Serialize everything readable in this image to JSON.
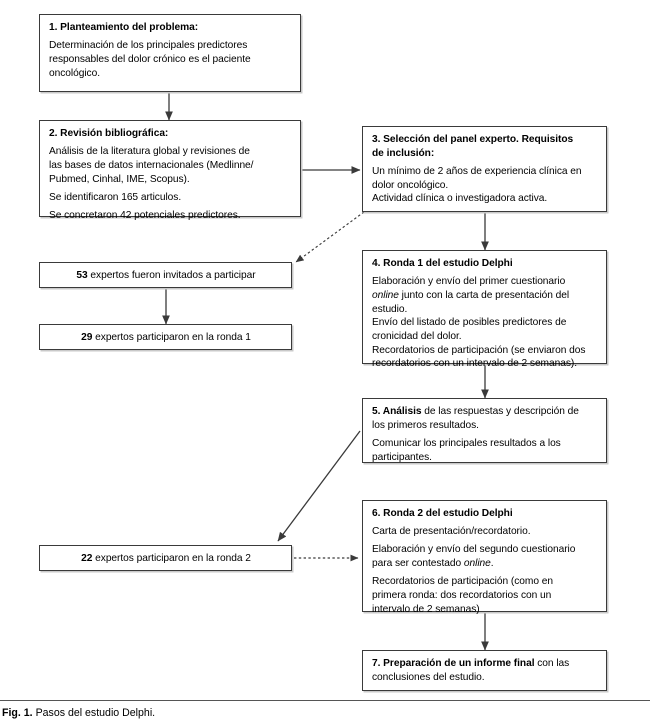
{
  "figure": {
    "caption_label": "Fig. 1.",
    "caption_text": "Pasos del estudio Delphi."
  },
  "colors": {
    "box_border": "#3a3a3a",
    "box_shadow": "#c9c9c9",
    "arrow": "#3a3a3a",
    "background": "#ffffff",
    "text": "#000000"
  },
  "nodes": {
    "step1": {
      "heading": "1. Planteamiento del problema:",
      "body1": "Determinación de los principales predictores",
      "body2": "responsables del dolor crónico es el paciente",
      "body3": "oncológico."
    },
    "step2": {
      "heading": "2. Revisión bibliográfica:",
      "body1": "Análisis de la literatura global y revisiones de",
      "body2": "las bases de datos internacionales (Medlinne/",
      "body3": "Pubmed, Cinhal, IME, Scopus).",
      "body4": "Se identificaron 165 articulos.",
      "body5": "Se concretaron 42 potenciales predictores."
    },
    "step3": {
      "heading1": "3. Selección del panel experto. Requisitos",
      "heading2": "de inclusión:",
      "body1": "Un mínimo de 2 años de experiencia clínica en",
      "body2": "dolor oncológico.",
      "body3": "Actividad clínica o investigadora activa."
    },
    "step4": {
      "heading": "4. Ronda 1 del estudio Delphi",
      "body1a": "Elaboración y envío del primer cuestionario",
      "body1b": "online",
      "body1c": " junto con la carta de presentación del",
      "body1d": "estudio.",
      "body2a": "Envío del listado de posibles predictores de",
      "body2b": "cronicidad del dolor.",
      "body3a": "Recordatorios de participación (se enviaron dos",
      "body3b": "recordatorios con un intervalo de 2 semanas)."
    },
    "step5": {
      "heading_num": "5. Análisis",
      "heading_rest": " de las respuestas y descripción de",
      "body1": "los primeros resultados.",
      "body2a": "Comunicar los principales resultados a los",
      "body2b": "participantes."
    },
    "step6": {
      "heading": "6. Ronda 2 del estudio Delphi",
      "body1": "Carta de presentación/recordatorio.",
      "body2a": "Elaboración y envío del segundo cuestionario",
      "body2b": "para ser contestado ",
      "body2c": "online",
      "body2d": ".",
      "body3a": "Recordatorios de participación (como en",
      "body3b": "primera ronda: dos recordatorios con un",
      "body3c": "intervalo de 2 semanas)"
    },
    "step7": {
      "heading": "7. Preparación de un informe final",
      "heading_rest": " con las",
      "body1": "conclusiones del estudio."
    },
    "invited": {
      "count": "53",
      "text": " expertos fueron invitados a participar"
    },
    "round1_participants": {
      "count": "29",
      "text": " expertos participaron en la ronda 1"
    },
    "round2_participants": {
      "count": "22",
      "text": " expertos participaron en la ronda 2"
    }
  },
  "edges": [
    {
      "name": "step1-to-step2",
      "style": "solid",
      "from": "step1",
      "to": "step2"
    },
    {
      "name": "step2-to-step3",
      "style": "solid",
      "from": "step2",
      "to": "step3"
    },
    {
      "name": "step3-to-invited",
      "style": "dashed",
      "from": "step3",
      "to": "invited"
    },
    {
      "name": "step3-to-step4",
      "style": "solid",
      "from": "step3",
      "to": "step4"
    },
    {
      "name": "invited-to-round1",
      "style": "solid",
      "from": "invited",
      "to": "round1_participants"
    },
    {
      "name": "step4-to-step5",
      "style": "solid",
      "from": "step4",
      "to": "step5"
    },
    {
      "name": "step5-to-round2",
      "style": "solid",
      "from": "step5",
      "to": "round2_participants"
    },
    {
      "name": "round2-to-step6",
      "style": "dashed",
      "from": "round2_participants",
      "to": "step6"
    },
    {
      "name": "step6-to-step7",
      "style": "solid",
      "from": "step6",
      "to": "step7"
    }
  ]
}
